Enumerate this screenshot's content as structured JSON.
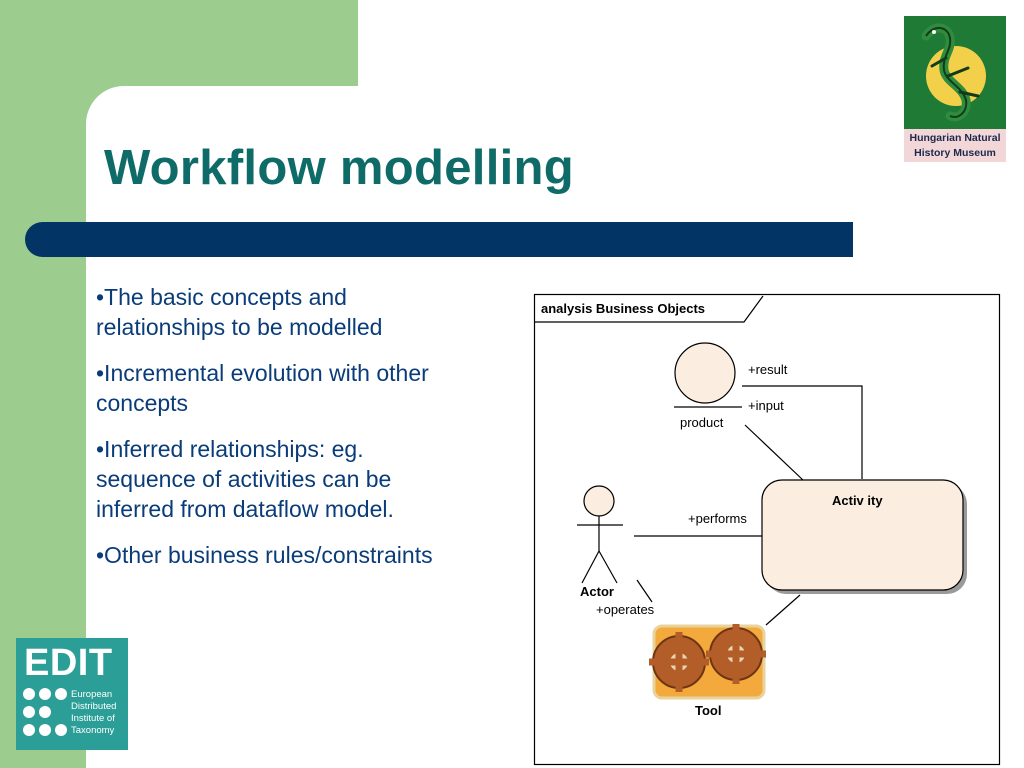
{
  "slide": {
    "title": "Workflow modelling",
    "bullets": [
      "•The basic concepts and relationships to be modelled",
      "•Incremental evolution with other concepts",
      "•Inferred relationships: eg. sequence of activities can be inferred from dataflow model.",
      "•Other business rules/constraints"
    ]
  },
  "museum_logo": {
    "line1": "Hungarian Natural",
    "line2": "History Museum"
  },
  "edit_logo": {
    "word": "EDIT",
    "line1": "European",
    "line2": "Distributed",
    "line3": "Institute of",
    "line4": "Taxonomy"
  },
  "diagram": {
    "frame_label": "analysis Business Objects",
    "product_label": "product",
    "result_label": "+result",
    "input_label": "+input",
    "activity_label": "Activ ity",
    "performs_label": "+performs",
    "actor_label": "Actor",
    "operates_label": "+operates",
    "tool_label": "Tool"
  },
  "colors": {
    "green_band": "#9ccc8e",
    "title": "#0e6b68",
    "navy_bar": "#023466",
    "bullet_text": "#0a3c7a",
    "uml_fill": "#fbeee0",
    "edit_teal": "#2b9e97"
  }
}
